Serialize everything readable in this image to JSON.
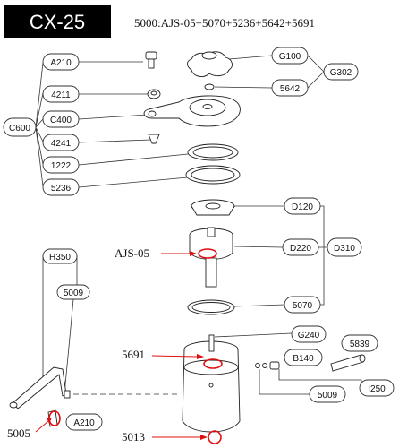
{
  "title": "CX-25",
  "kit_formula": "5000:AJS-05+5070+5236+5642+5691",
  "labels": {
    "a210_top": "A210",
    "n4211": "4211",
    "c400": "C400",
    "n4241": "4241",
    "n1222": "1222",
    "n5236": "5236",
    "c600": "C600",
    "g100": "G100",
    "n5642": "5642",
    "g302": "G302",
    "d120": "D120",
    "d220": "D220",
    "d310": "D310",
    "n5070": "5070",
    "h350": "H350",
    "n5009_left": "5009",
    "g240": "G240",
    "b140": "B140",
    "n5839": "5839",
    "n5009_right": "5009",
    "i250": "I250",
    "a210_bottom": "A210"
  },
  "callouts": {
    "ajs05": "AJS-05",
    "n5691": "5691",
    "n5005": "5005",
    "n5013": "5013"
  },
  "colors": {
    "highlight": "#e01010",
    "title_bg": "#000000",
    "title_fg": "#ffffff",
    "line": "#333333"
  }
}
